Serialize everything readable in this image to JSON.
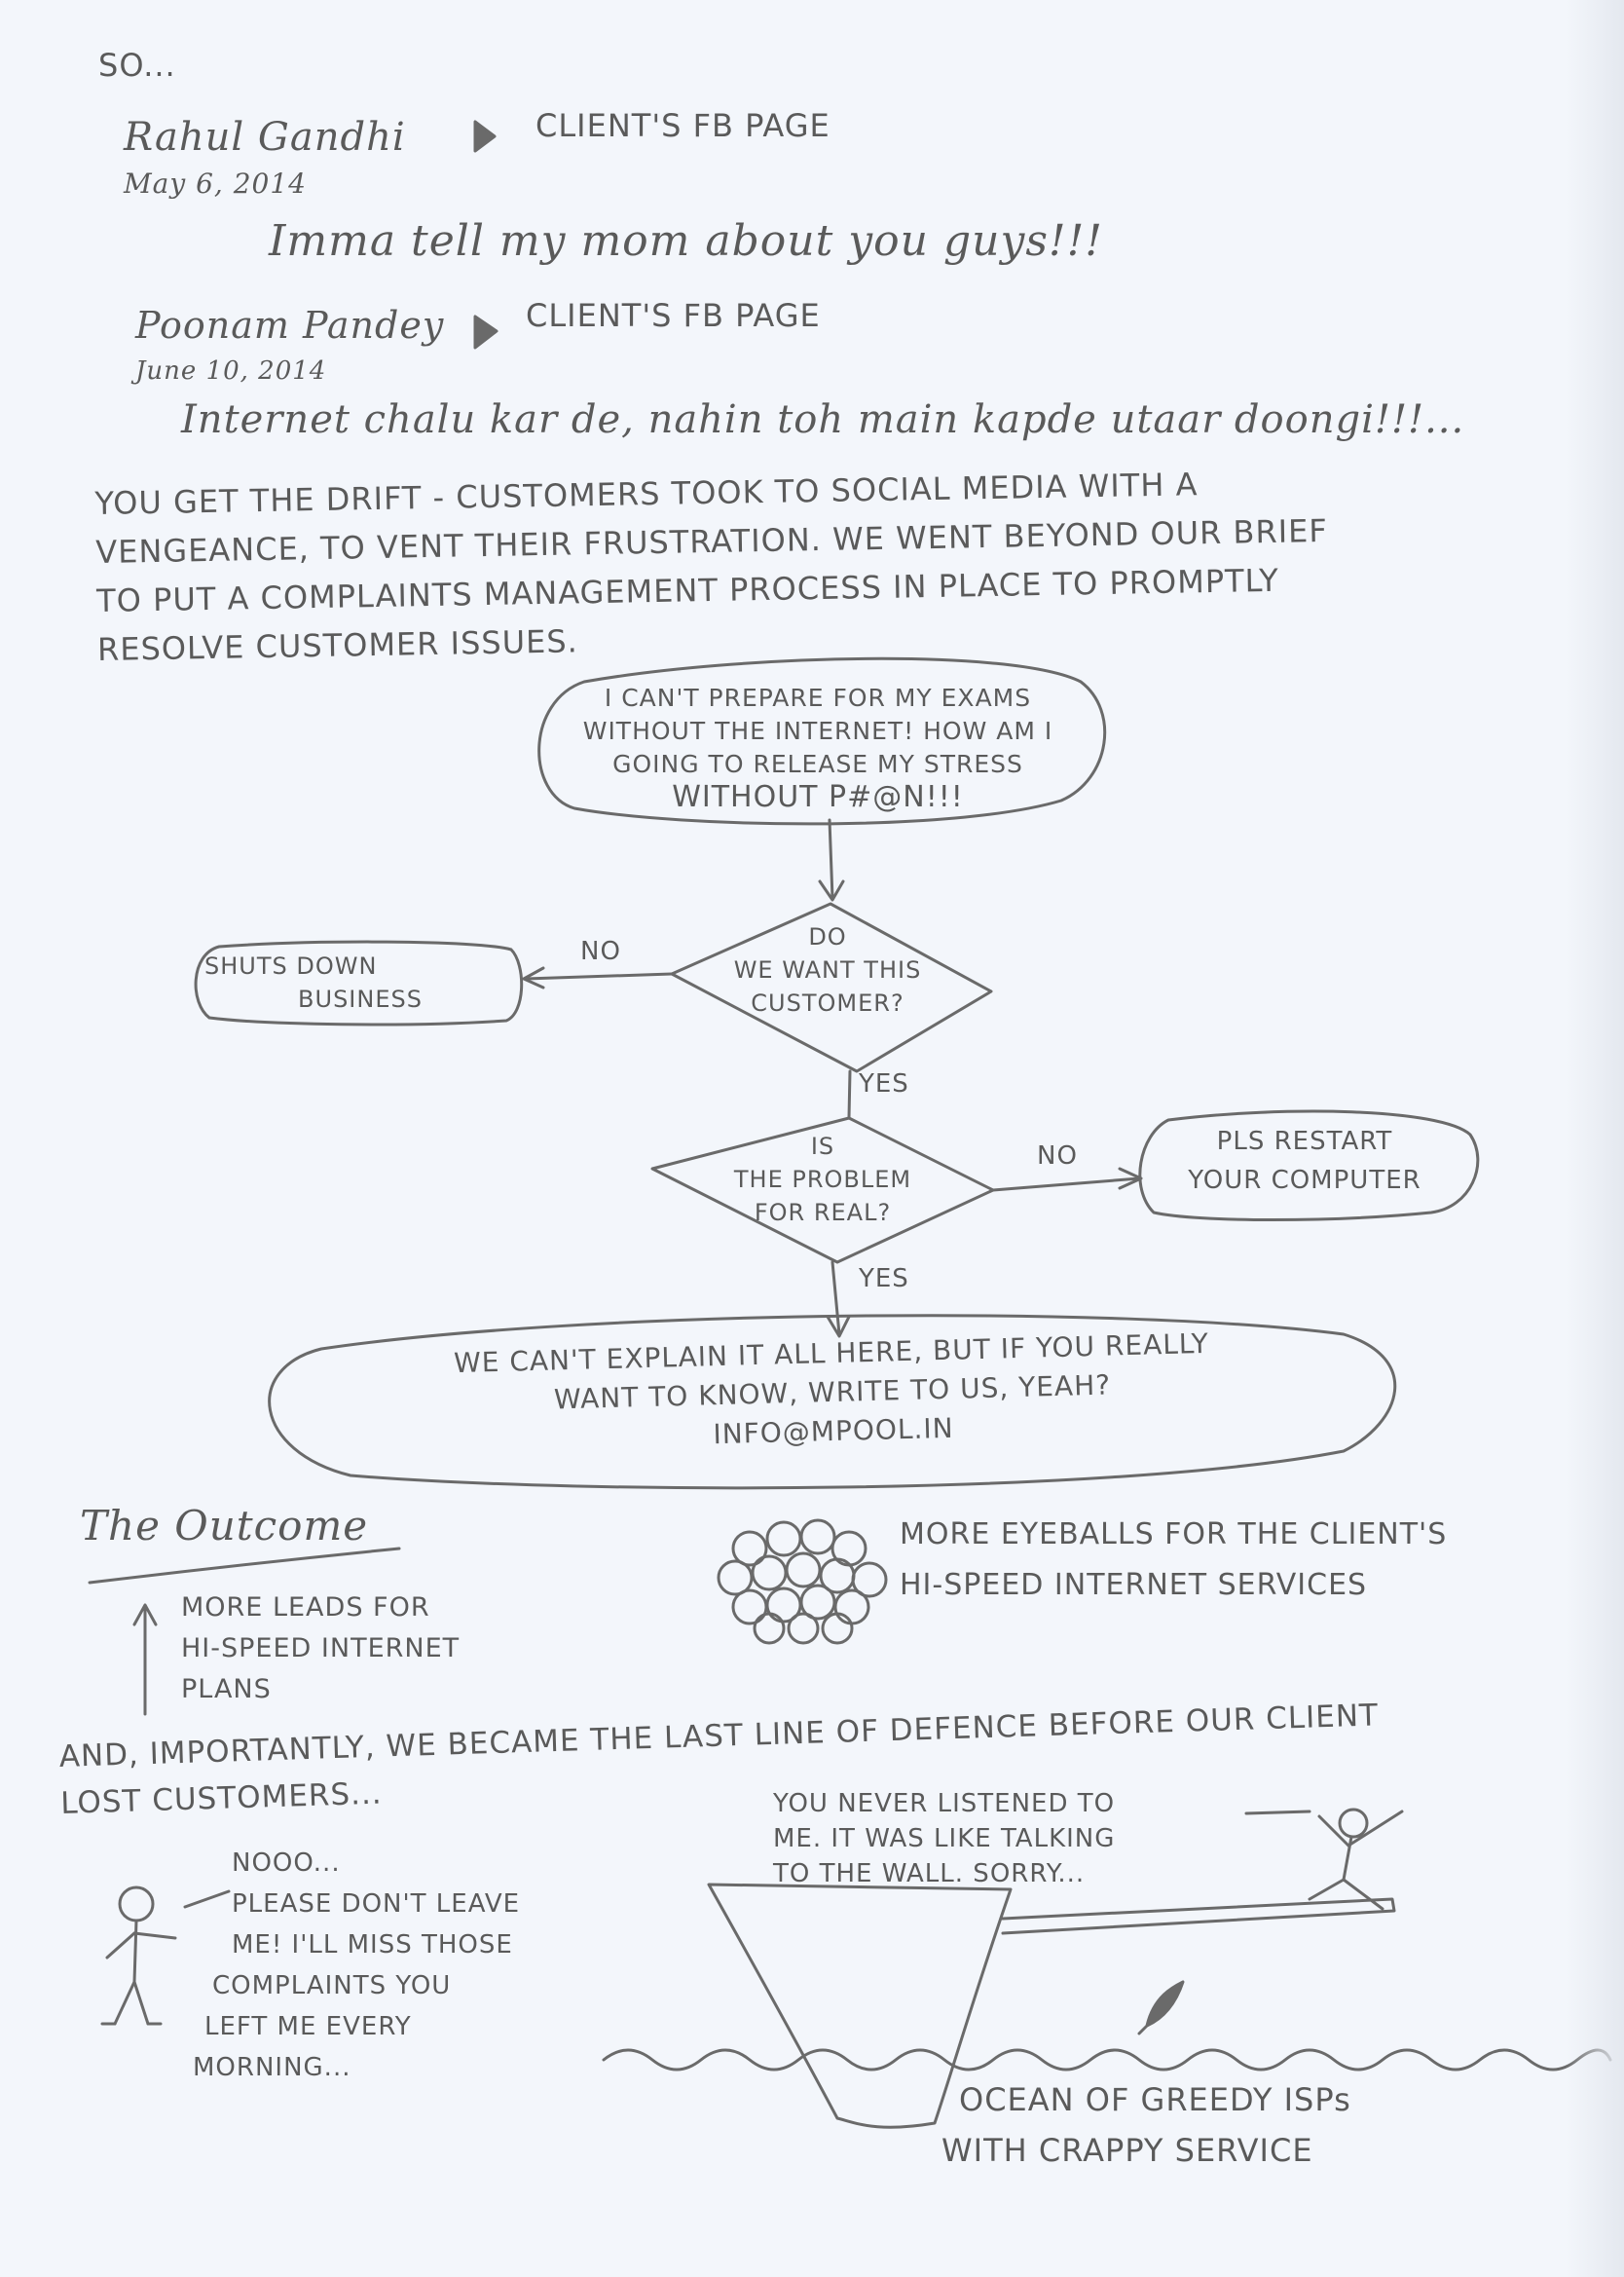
{
  "intro": "SO...",
  "posts": [
    {
      "author": "Rahul Gandhi",
      "target": "CLIENT'S FB PAGE",
      "date": "May 6, 2014",
      "message": "Imma tell my mom about you guys!!!"
    },
    {
      "author": "Poonam Pandey",
      "target": "CLIENT'S FB PAGE",
      "date": "June 10, 2014",
      "message": "Internet chalu kar de, nahin toh main kapde utaar doongi!!!..."
    }
  ],
  "paragraph": [
    "YOU GET THE DRIFT - CUSTOMERS TOOK TO SOCIAL MEDIA WITH A",
    "VENGEANCE, TO VENT THEIR FRUSTRATION. WE WENT BEYOND OUR BRIEF",
    "TO PUT A COMPLAINTS MANAGEMENT PROCESS IN PLACE TO PROMPTLY",
    "RESOLVE CUSTOMER ISSUES."
  ],
  "flowchart": {
    "start": [
      "I CAN'T PREPARE FOR MY EXAMS",
      "WITHOUT THE INTERNET! HOW AM I",
      "GOING TO RELEASE MY STRESS",
      "WITHOUT P#@N!!!"
    ],
    "decision1": [
      "DO",
      "WE WANT THIS",
      "CUSTOMER?"
    ],
    "decision1_no_label": "NO",
    "decision1_no_result": [
      "SHUTS DOWN",
      "BUSINESS"
    ],
    "decision1_yes_label": "YES",
    "decision2": [
      "IS",
      "THE PROBLEM",
      "FOR REAL?"
    ],
    "decision2_no_label": "NO",
    "decision2_no_result": [
      "PLS RESTART",
      "YOUR COMPUTER"
    ],
    "decision2_yes_label": "YES",
    "end": [
      "WE CAN'T EXPLAIN IT ALL HERE, BUT IF YOU REALLY",
      "WANT TO KNOW, WRITE TO US, YEAH?",
      "INFO@MPOOL.IN"
    ]
  },
  "outcome": {
    "title": "The Outcome",
    "leads": [
      "MORE LEADS FOR",
      "HI-SPEED INTERNET",
      "PLANS"
    ],
    "eyeballs": [
      "MORE EYEBALLS FOR THE CLIENT'S",
      "HI-SPEED INTERNET SERVICES"
    ]
  },
  "closing": [
    "AND, IMPORTANTLY, WE BECAME THE LAST LINE OF DEFENCE BEFORE OUR CLIENT",
    "LOST CUSTOMERS..."
  ],
  "cartoon": {
    "left_speech": [
      "NOOO...",
      "PLEASE DON'T LEAVE",
      "ME! I'LL MISS THOSE",
      "COMPLAINTS YOU",
      "LEFT ME EVERY",
      "MORNING..."
    ],
    "right_speech": [
      "YOU NEVER LISTENED TO",
      "ME. IT WAS LIKE TALKING",
      "TO THE WALL. SORRY..."
    ],
    "ocean": [
      "OCEAN OF GREEDY ISPs",
      "WITH CRAPPY SERVICE"
    ]
  }
}
